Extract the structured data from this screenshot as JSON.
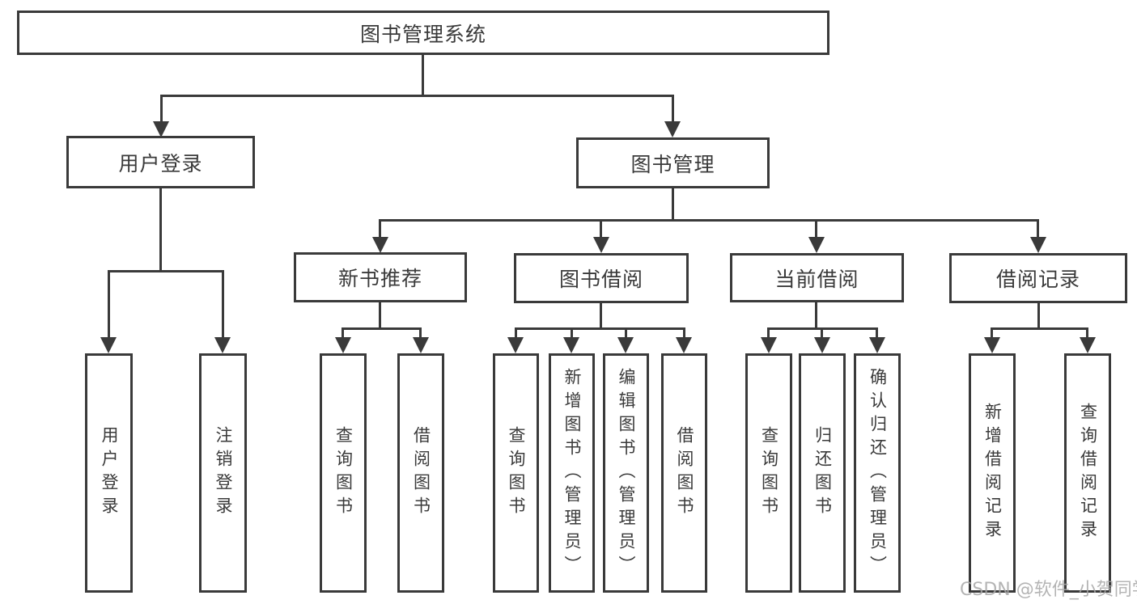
{
  "diagram_title": "图书管理系统",
  "colors": {
    "line": "#3a3a3a",
    "text": "#3a3a3a",
    "watermark": "#a8a8a8",
    "background": "#ffffff"
  },
  "watermark": {
    "text": "CSDN @软件_小贺同学"
  },
  "tree": {
    "label": "图书管理系统",
    "children": [
      {
        "label": "用户登录",
        "children": [
          {
            "label": "用户登录"
          },
          {
            "label": "注销登录"
          }
        ]
      },
      {
        "label": "图书管理",
        "children": [
          {
            "label": "新书推荐",
            "children": [
              {
                "label": "查询图书"
              },
              {
                "label": "借阅图书"
              }
            ]
          },
          {
            "label": "图书借阅",
            "children": [
              {
                "label": "查询图书"
              },
              {
                "label": "新增图书（管理员）"
              },
              {
                "label": "编辑图书（管理员）"
              },
              {
                "label": "借阅图书"
              }
            ]
          },
          {
            "label": "当前借阅",
            "children": [
              {
                "label": "查询图书"
              },
              {
                "label": "归还图书"
              },
              {
                "label": "确认归还（管理员）"
              }
            ]
          },
          {
            "label": "借阅记录",
            "children": [
              {
                "label": "新增借阅记录"
              },
              {
                "label": "查询借阅记录"
              }
            ]
          }
        ]
      }
    ]
  }
}
